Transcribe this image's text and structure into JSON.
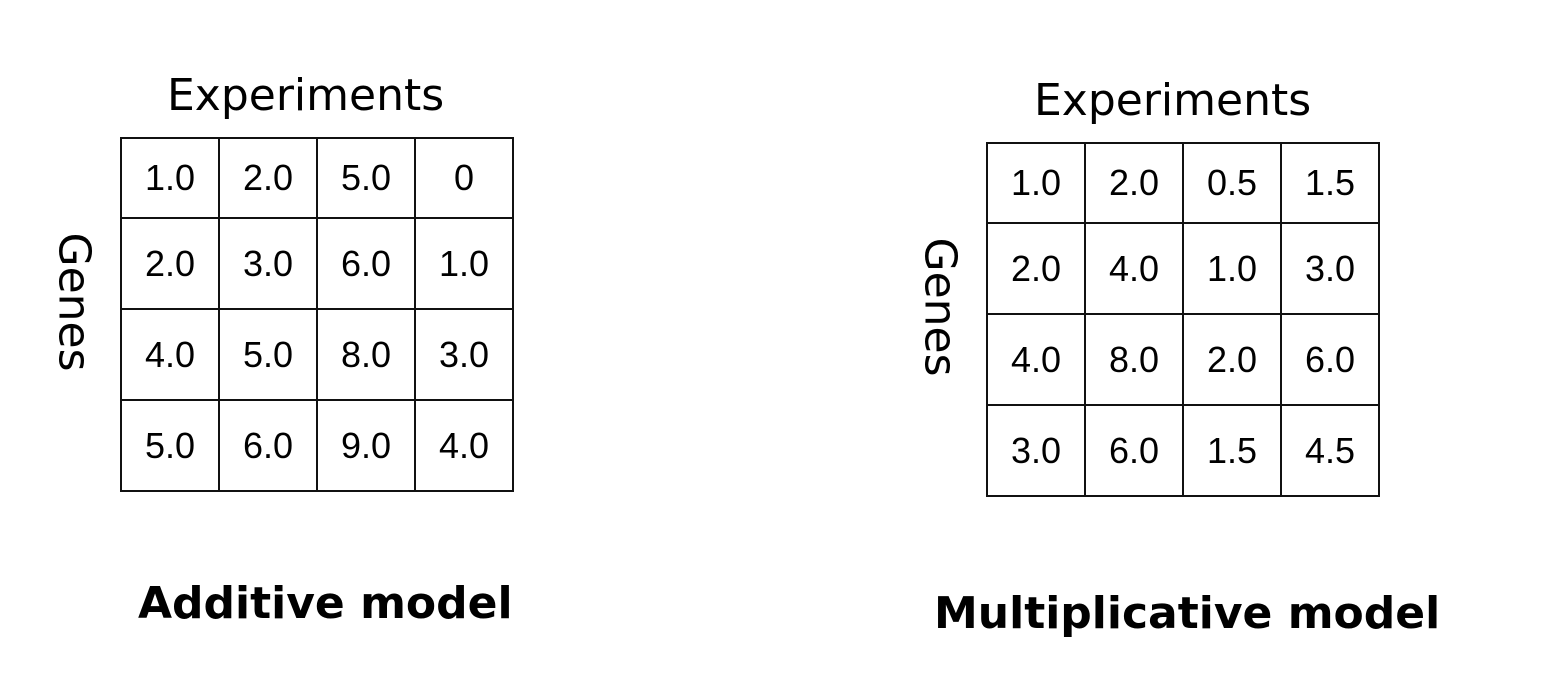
{
  "panels": [
    {
      "column_label": "Experiments",
      "row_label": "Genes",
      "caption": "Additive model",
      "matrix": [
        [
          "1.0",
          "2.0",
          "5.0",
          "0"
        ],
        [
          "2.0",
          "3.0",
          "6.0",
          "1.0"
        ],
        [
          "4.0",
          "5.0",
          "8.0",
          "3.0"
        ],
        [
          "5.0",
          "6.0",
          "9.0",
          "4.0"
        ]
      ]
    },
    {
      "column_label": "Experiments",
      "row_label": "Genes",
      "caption": "Multiplicative model",
      "matrix": [
        [
          "1.0",
          "2.0",
          "0.5",
          "1.5"
        ],
        [
          "2.0",
          "4.0",
          "1.0",
          "3.0"
        ],
        [
          "4.0",
          "8.0",
          "2.0",
          "6.0"
        ],
        [
          "3.0",
          "6.0",
          "1.5",
          "4.5"
        ]
      ]
    }
  ]
}
